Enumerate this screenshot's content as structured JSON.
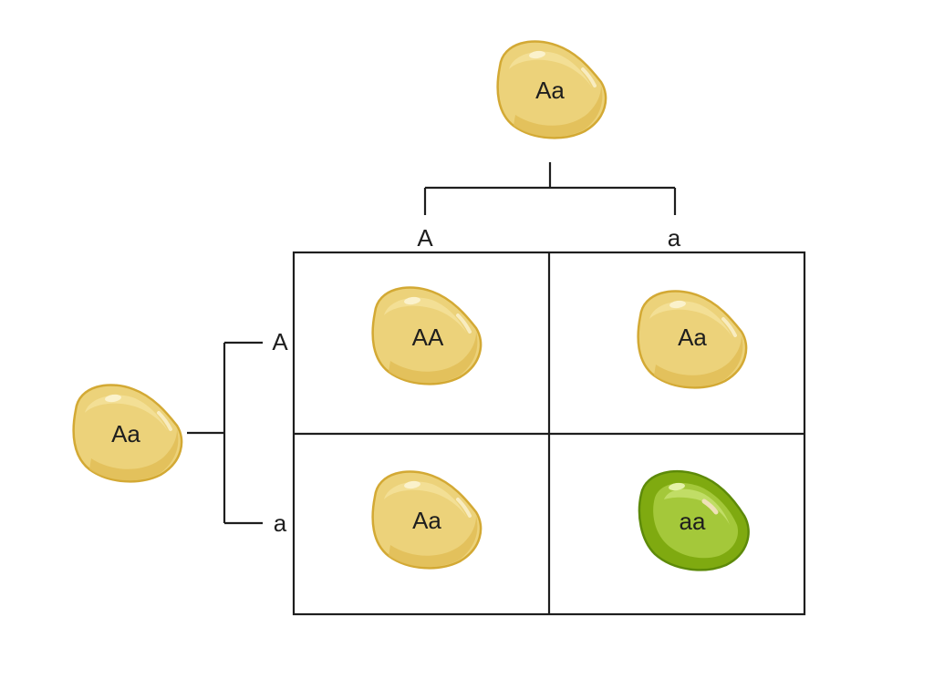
{
  "colors": {
    "yellow_body": "#ecd27a",
    "yellow_shade": "#e1bd55",
    "yellow_outline": "#d3a934",
    "yellow_highlight": "#f6e6a6",
    "green_body": "#7faa10",
    "green_shade": "#a4c83a",
    "green_outline": "#5d8a09",
    "green_highlight": "#c8e06e",
    "line": "#1e1e1e",
    "text": "#1e1e1e"
  },
  "parent_top": {
    "genotype": "Aa",
    "color": "yellow"
  },
  "parent_left": {
    "genotype": "Aa",
    "color": "yellow"
  },
  "gametes_top": [
    "A",
    "a"
  ],
  "gametes_left": [
    "A",
    "a"
  ],
  "offspring": [
    {
      "genotype": "AA",
      "color": "yellow"
    },
    {
      "genotype": "Aa",
      "color": "yellow"
    },
    {
      "genotype": "Aa",
      "color": "yellow"
    },
    {
      "genotype": "aa",
      "color": "green"
    }
  ]
}
